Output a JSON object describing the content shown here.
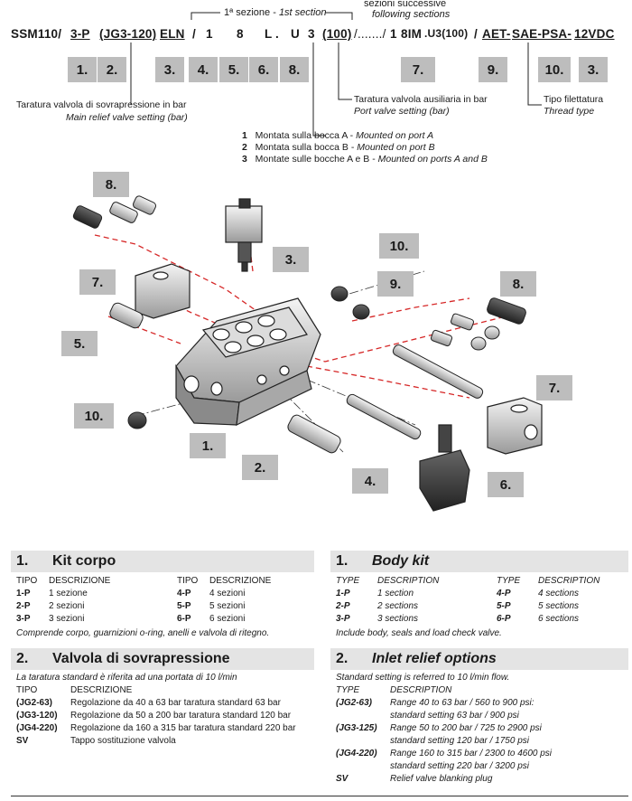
{
  "header": {
    "successive_it": "sezioni successive",
    "successive_en": "following sections",
    "sezione_label_it": "1ª sezione - ",
    "sezione_label_en": "1st section"
  },
  "code_tokens": [
    {
      "text": "SSM110/",
      "x": 0
    },
    {
      "text": "3-P",
      "x": 0
    },
    {
      "text": "(JG3-120)",
      "x": 0
    },
    {
      "text": "ELN",
      "x": 0
    },
    {
      "text": "/",
      "x": 0
    },
    {
      "text": "1",
      "x": 0
    },
    {
      "text": "8",
      "x": 0
    },
    {
      "text": "L",
      "x": 0
    },
    {
      "text": ".",
      "x": 0
    },
    {
      "text": "U",
      "x": 0
    },
    {
      "text": "3",
      "x": 0
    },
    {
      "text": "(100)",
      "x": 0
    },
    {
      "text": "/......./",
      "x": 0
    },
    {
      "text": "1",
      "x": 0
    },
    {
      "text": "8IM",
      "x": 0
    },
    {
      "text": ".U3(100)",
      "x": 0
    },
    {
      "text": "/",
      "x": 0
    },
    {
      "text": "AET-",
      "x": 0
    },
    {
      "text": "SAE-",
      "x": 0
    },
    {
      "text": "PSA-",
      "x": 0
    },
    {
      "text": "12VDC",
      "x": 0
    }
  ],
  "top_boxes": [
    "1.",
    "2.",
    "3.",
    "4.",
    "5.",
    "6.",
    "8.",
    "7.",
    "9.",
    "10.",
    "3."
  ],
  "notes": {
    "main_relief_it": "Taratura valvola di sovrapressione in bar",
    "main_relief_en": "Main relief valve setting (bar)",
    "port_valve_it": "Taratura valvola ausiliaria in bar",
    "port_valve_en": "Port valve setting (bar)",
    "thread_it": "Tipo filettatura",
    "thread_en": "Thread type",
    "mount": [
      {
        "num": "1",
        "it": "Montata sulla bocca A - ",
        "en": "Mounted on port A"
      },
      {
        "num": "2",
        "it": "Montata sulla bocca B - ",
        "en": "Mounted on port B"
      },
      {
        "num": "3",
        "it": "Montate sulle bocche A e B - ",
        "en": "Mounted on ports A and B"
      }
    ]
  },
  "diagram_callouts": [
    "8.",
    "3.",
    "10.",
    "7.",
    "9.",
    "8.",
    "5.",
    "7.",
    "10.",
    "1.",
    "2.",
    "4.",
    "6."
  ],
  "section1_it": {
    "num": "1.",
    "title": "Kit corpo",
    "col_tipo": "TIPO",
    "col_desc": "DESCRIZIONE",
    "rows": [
      {
        "t1": "1-P",
        "d1": "1 sezione",
        "t2": "4-P",
        "d2": "4 sezioni"
      },
      {
        "t1": "2-P",
        "d1": "2 sezioni",
        "t2": "5-P",
        "d2": "5 sezioni"
      },
      {
        "t1": "3-P",
        "d1": "3 sezioni",
        "t2": "6-P",
        "d2": "6 sezioni"
      }
    ],
    "footnote": "Comprende corpo, guarnizioni o-ring, anelli e valvola di ritegno."
  },
  "section1_en": {
    "num": "1.",
    "title": "Body kit",
    "col_tipo": "TYPE",
    "col_desc": "DESCRIPTION",
    "rows": [
      {
        "t1": "1-P",
        "d1": "1 section",
        "t2": "4-P",
        "d2": "4 sections"
      },
      {
        "t1": "2-P",
        "d1": "2 sections",
        "t2": "5-P",
        "d2": "5 sections"
      },
      {
        "t1": "3-P",
        "d1": "3 sections",
        "t2": "6-P",
        "d2": "6 sections"
      }
    ],
    "footnote": "Include body, seals and load check valve."
  },
  "section2_it": {
    "num": "2.",
    "title": "Valvola di sovrapressione",
    "intro": "La taratura standard è riferita ad una portata di 10 l/min",
    "col_tipo": "TIPO",
    "col_desc": "DESCRIZIONE",
    "rows": [
      {
        "t": "(JG2-63)",
        "d": "Regolazione da 40 a 63 bar taratura standard 63 bar"
      },
      {
        "t": "(JG3-120)",
        "d": "Regolazione da 50 a 200 bar taratura standard 120 bar"
      },
      {
        "t": "(JG4-220)",
        "d": "Regolazione da 160 a 315 bar taratura standard 220 bar"
      },
      {
        "t": "SV",
        "d": "Tappo sostituzione valvola"
      }
    ]
  },
  "section2_en": {
    "num": "2.",
    "title": "Inlet relief options",
    "intro": "Standard setting is referred to 10 l/min flow.",
    "col_tipo": "TYPE",
    "col_desc": "DESCRIPTION",
    "rows": [
      {
        "t": "(JG2-63)",
        "d1": "Range 40 to 63 bar / 560 to 900 psi:",
        "d2": "standard setting 63 bar / 900 psi"
      },
      {
        "t": "(JG3-125)",
        "d1": "Range 50 to 200 bar / 725 to 2900 psi",
        "d2": "standard setting 120 bar / 1750 psi"
      },
      {
        "t": "(JG4-220)",
        "d1": "Range 160 to 315 bar / 2300 to 4600 psi",
        "d2": "standard setting 220 bar / 3200 psi"
      },
      {
        "t": "SV",
        "d1": "Relief valve blanking plug",
        "d2": ""
      }
    ]
  }
}
